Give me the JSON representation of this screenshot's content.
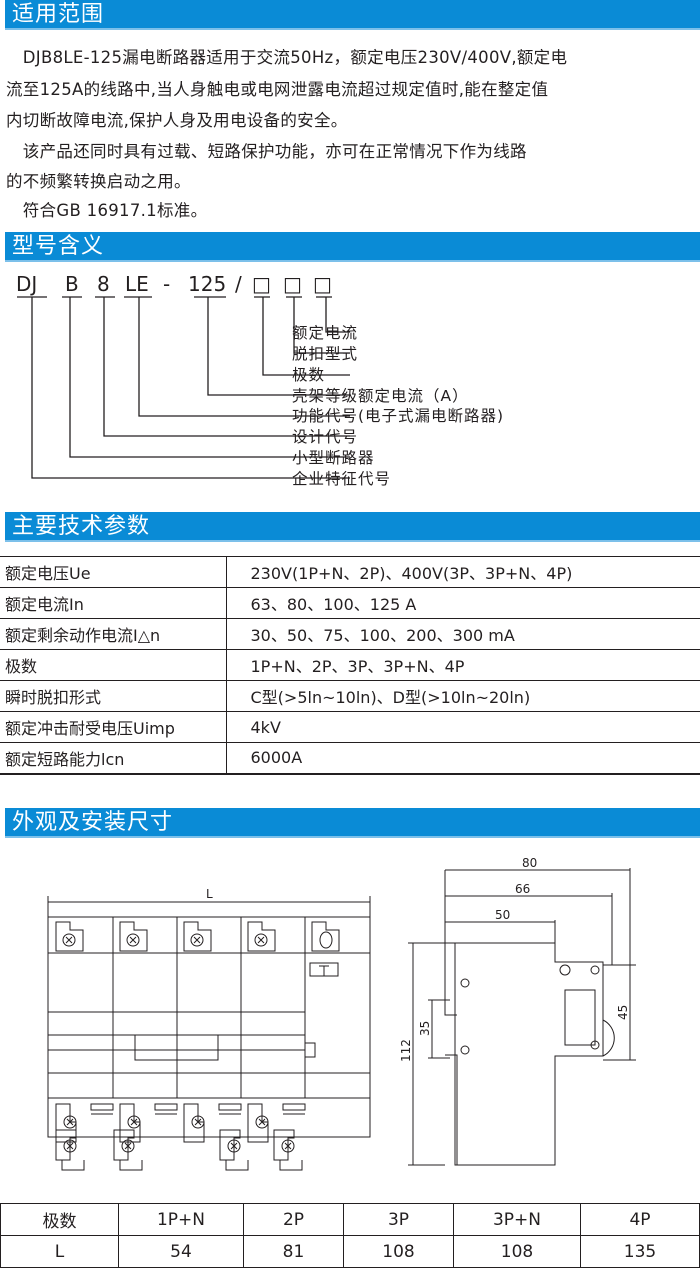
{
  "sections": {
    "scope": "适用范围",
    "model": "型号含义",
    "specs": "主要技术参数",
    "dimensions": "外观及安装尺寸"
  },
  "scope_lines": [
    "　DJB8LE-125漏电断路器适用于交流50Hz，额定电压230V/400V,额定电",
    "流至125A的线路中,当人身触电或电网泄露电流超过规定值时,能在整定值",
    "内切断故障电流,保护人身及用电设备的安全。",
    "　该产品还同时具有过载、短路保护功能，亦可在正常情况下作为线路",
    "的不频繁转换启动之用。",
    "　符合GB 16917.1标准。"
  ],
  "model_code": {
    "parts": [
      "DJ",
      "B",
      "8",
      "LE",
      "-",
      "125",
      "/",
      "□",
      "□",
      "□"
    ]
  },
  "model_labels": [
    "额定电流",
    "脱扣型式",
    "极数",
    "壳架等级额定电流（A）",
    "功能代号(电子式漏电断路器)",
    "设计代号",
    "小型断路器",
    "企业特征代号"
  ],
  "specs": [
    {
      "label": "额定电压Ue",
      "value": "230V(1P+N、2P)、400V(3P、3P+N、4P)"
    },
    {
      "label": "额定电流In",
      "value": "63、80、100、125 A"
    },
    {
      "label": "额定剩余动作电流I△n",
      "value": "30、50、75、100、200、300 mA"
    },
    {
      "label": "极数",
      "value": "1P+N、2P、3P、3P+N、4P"
    },
    {
      "label": "瞬时脱扣形式",
      "value": "C型(>5ln~10ln)、D型(>10ln~20ln)"
    },
    {
      "label": "额定冲击耐受电压Uimp",
      "value": "4kV"
    },
    {
      "label": "额定短路能力lcn",
      "value": "6000A"
    }
  ],
  "drawing": {
    "front_dim": "L",
    "side_dims": [
      "80",
      "66",
      "50",
      "112",
      "35",
      "45"
    ]
  },
  "dim_table": {
    "header": [
      "极数",
      "1P+N",
      "2P",
      "3P",
      "3P+N",
      "4P"
    ],
    "row": [
      "L",
      "54",
      "81",
      "108",
      "108",
      "135"
    ]
  },
  "colors": {
    "accent": "#0a8bd6"
  }
}
